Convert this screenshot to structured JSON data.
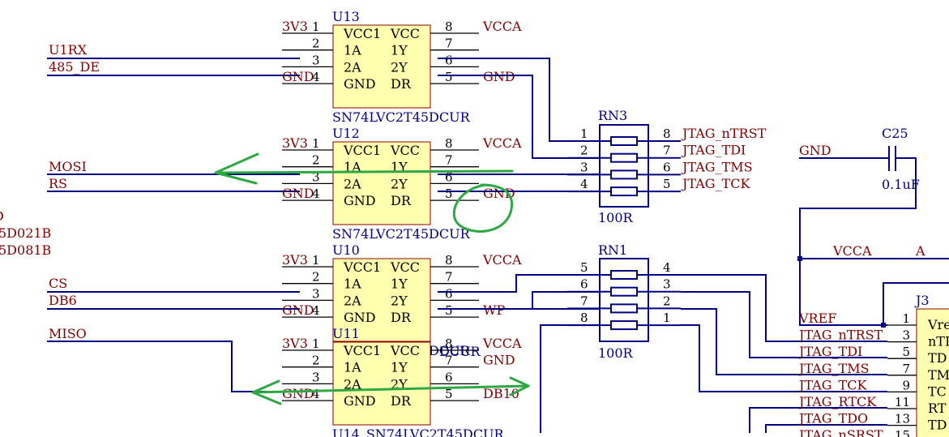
{
  "colors": {
    "wire": "#000080",
    "net_label": "#800000",
    "component_fill": "#ffffb0",
    "component_outline": "#8b0000",
    "annotation_ink": "#2ea843",
    "background": "#ffffff"
  },
  "nets_left": {
    "u1rx": "U1RX",
    "de485": "485_DE",
    "mosi": "MOSI",
    "rs": "RS",
    "cs": "CS",
    "db6": "DB6",
    "miso": "MISO",
    "cut_top": "D",
    "cut_a": "5D021B",
    "cut_b": "5D081B"
  },
  "chips": {
    "u13": {
      "ref": "U13",
      "part": "SN74LVC2T45DCUR",
      "left": [
        {
          "num": "1",
          "net": "3V3"
        },
        {
          "num": "2",
          "net": ""
        },
        {
          "num": "3",
          "net": ""
        },
        {
          "num": "4",
          "net": "GND"
        }
      ],
      "right": [
        {
          "num": "8",
          "net": "VCCA"
        },
        {
          "num": "7",
          "net": ""
        },
        {
          "num": "6",
          "net": ""
        },
        {
          "num": "5",
          "net": "GND"
        }
      ],
      "in": [
        "VCC1",
        "1A",
        "2A",
        "GND"
      ],
      "out": [
        "VCC",
        "1Y",
        "2Y",
        "DR"
      ]
    },
    "u12": {
      "ref": "U12",
      "part": "SN74LVC2T45DCUR",
      "left": [
        {
          "num": "1",
          "net": "3V3"
        },
        {
          "num": "2",
          "net": ""
        },
        {
          "num": "3",
          "net": ""
        },
        {
          "num": "4",
          "net": "GND"
        }
      ],
      "right": [
        {
          "num": "8",
          "net": "VCCA"
        },
        {
          "num": "7",
          "net": ""
        },
        {
          "num": "6",
          "net": ""
        },
        {
          "num": "5",
          "net": "GND"
        }
      ],
      "in": [
        "VCC1",
        "1A",
        "2A",
        "GND"
      ],
      "out": [
        "VCC",
        "1Y",
        "2Y",
        "DR"
      ]
    },
    "u10": {
      "ref": "U10",
      "part": "SN74LVC2T45DCUR",
      "left": [
        {
          "num": "1",
          "net": "3V3"
        },
        {
          "num": "2",
          "net": ""
        },
        {
          "num": "3",
          "net": ""
        },
        {
          "num": "4",
          "net": "GND"
        }
      ],
      "right": [
        {
          "num": "8",
          "net": "VCCA"
        },
        {
          "num": "7",
          "net": ""
        },
        {
          "num": "6",
          "net": ""
        },
        {
          "num": "5",
          "net": "WP"
        }
      ],
      "in": [
        "VCC1",
        "1A",
        "2A",
        "GND"
      ],
      "out": [
        "VCC",
        "1Y",
        "2Y",
        "DR"
      ]
    },
    "u11": {
      "ref": "U11",
      "part": "U14_SN74LVC2T45DCUR",
      "left": [
        {
          "num": "1",
          "net": "3V3"
        },
        {
          "num": "2",
          "net": ""
        },
        {
          "num": "3",
          "net": ""
        },
        {
          "num": "4",
          "net": "GND"
        }
      ],
      "right": [
        {
          "num": "8",
          "net": "VCCA"
        },
        {
          "num": "7",
          "net": "GND"
        },
        {
          "num": "6",
          "net": ""
        },
        {
          "num": "5",
          "net": "DB10"
        }
      ],
      "in": [
        "VCC1",
        "1A",
        "2A",
        "GND"
      ],
      "out": [
        "VCC",
        "1Y",
        "2Y",
        "DR"
      ]
    }
  },
  "overlap_text": "DCUR",
  "rn3": {
    "ref": "RN3",
    "value": "100R",
    "left_pins": [
      "1",
      "2",
      "3",
      "4"
    ],
    "right_pins": [
      "8",
      "7",
      "6",
      "5"
    ],
    "nets": [
      "JTAG_nTRST",
      "JTAG_TDI",
      "JTAG_TMS",
      "JTAG_TCK"
    ]
  },
  "rn1": {
    "ref": "RN1",
    "value": "100R",
    "left_pins": [
      "5",
      "6",
      "7",
      "8"
    ],
    "right_pins": [
      "4",
      "3",
      "2",
      "1"
    ]
  },
  "c25": {
    "ref": "C25",
    "value": "0.1uF",
    "net": "GND"
  },
  "vcca_net": {
    "label": "VCCA",
    "suffix": "A"
  },
  "j3": {
    "ref": "J3",
    "pins": [
      {
        "net": "VREF",
        "num": "1",
        "name": "Vre"
      },
      {
        "net": "JTAG_nTRST",
        "num": "3",
        "name": "nTI"
      },
      {
        "net": "JTAG_TDI",
        "num": "5",
        "name": "TD"
      },
      {
        "net": "JTAG_TMS",
        "num": "7",
        "name": "TM"
      },
      {
        "net": "JTAG_TCK",
        "num": "9",
        "name": "TC"
      },
      {
        "net": "JTAG_RTCK",
        "num": "11",
        "name": "RT"
      },
      {
        "net": "JTAG_TDO",
        "num": "13",
        "name": "TD"
      },
      {
        "net": "JTAG_nSRST",
        "num": "15",
        "name": ""
      }
    ]
  }
}
